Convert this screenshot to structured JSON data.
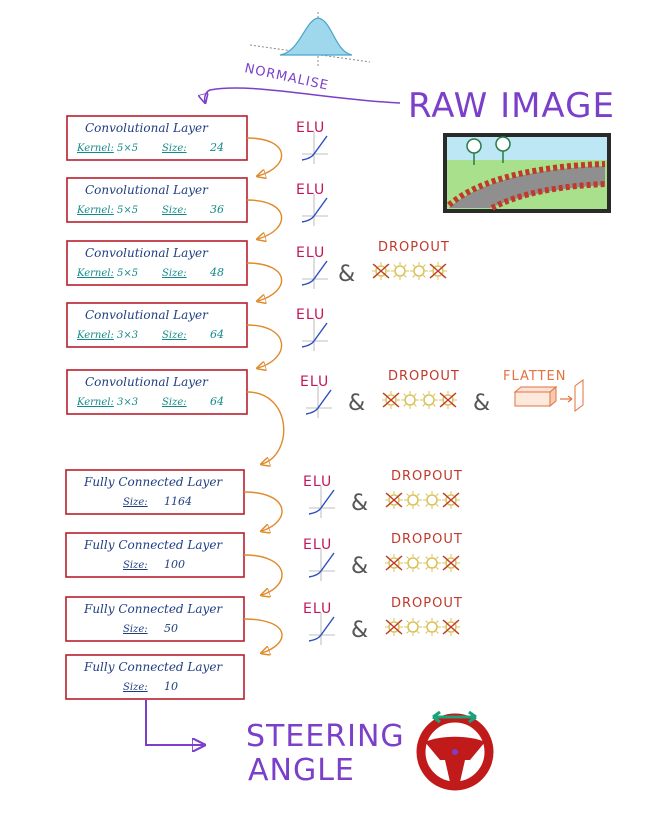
{
  "colors": {
    "box_border": "#b81f2d",
    "layer_title": "#1f3d80",
    "conv_params": "#138a8a",
    "fc_params": "#1f3d80",
    "elu_label": "#c2185b",
    "dropout_label": "#c0392b",
    "flatten_label": "#e2733f",
    "arrow": "#e08a2a",
    "purple": "#7b3fc9",
    "ampersand": "#555555"
  },
  "header": {
    "normalise": "NORMALISE",
    "raw_image": "RAW IMAGE"
  },
  "kernel_label": "Kernel",
  "size_label": "Size",
  "layers": [
    {
      "type": "conv",
      "title": "Convolutional Layer",
      "kernel": "5×5",
      "size": "24",
      "activation": "ELU",
      "dropout": false,
      "flatten": false
    },
    {
      "type": "conv",
      "title": "Convolutional Layer",
      "kernel": "5×5",
      "size": "36",
      "activation": "ELU",
      "dropout": false,
      "flatten": false
    },
    {
      "type": "conv",
      "title": "Convolutional Layer",
      "kernel": "5×5",
      "size": "48",
      "activation": "ELU",
      "dropout": true,
      "flatten": false
    },
    {
      "type": "conv",
      "title": "Convolutional Layer",
      "kernel": "3×3",
      "size": "64",
      "activation": "ELU",
      "dropout": false,
      "flatten": false
    },
    {
      "type": "conv",
      "title": "Convolutional Layer",
      "kernel": "3×3",
      "size": "64",
      "activation": "ELU",
      "dropout": true,
      "flatten": true
    },
    {
      "type": "fc",
      "title": "Fully Connected Layer",
      "size": "1164",
      "activation": "ELU",
      "dropout": true,
      "flatten": false
    },
    {
      "type": "fc",
      "title": "Fully Connected Layer",
      "size": "100",
      "activation": "ELU",
      "dropout": true,
      "flatten": false
    },
    {
      "type": "fc",
      "title": "Fully Connected Layer",
      "size": "50",
      "activation": "ELU",
      "dropout": true,
      "flatten": false
    },
    {
      "type": "fc",
      "title": "Fully Connected Layer",
      "size": "10",
      "activation": null,
      "dropout": false,
      "flatten": false
    }
  ],
  "dropout_text": "DROPOUT",
  "ampersand": "&",
  "flatten_text": "FLATTEN",
  "output": {
    "line1": "STEERING",
    "line2": "ANGLE"
  },
  "icons": {
    "histogram": "normal-distribution-icon",
    "road": "road-image-icon",
    "elu": "elu-curve-icon",
    "neuron": "neuron-icon",
    "flatten": "flatten-block-icon",
    "wheel": "steering-wheel-icon",
    "rotate": "rotate-arrow-icon"
  }
}
